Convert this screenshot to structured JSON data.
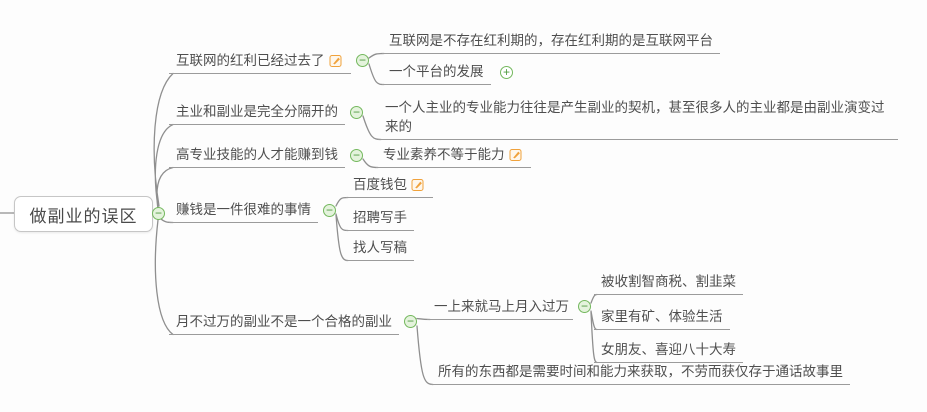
{
  "root": {
    "label": "做副业的误区"
  },
  "icons": {
    "minus": "−",
    "plus": "+",
    "note": "note-icon"
  },
  "colors": {
    "line": "#8f8f8f",
    "text": "#4e4e4e",
    "collapse_green": "#74b85e",
    "note_orange": "#f0a23c",
    "root_border": "#c6c6c6"
  },
  "branches": [
    {
      "label": "互联网的红利已经过去了",
      "has_note": true,
      "collapse": "minus",
      "children": [
        {
          "label": "互联网是不存在红利期的，存在红利期的是互联网平台"
        },
        {
          "label": "一个平台的发展",
          "collapse": "plus"
        }
      ]
    },
    {
      "label": "主业和副业是完全分隔开的",
      "collapse": "minus",
      "children": [
        {
          "label": "一个人主业的专业能力往往是产生副业的契机，甚至很多人的主业都是由副业演变过来的"
        }
      ]
    },
    {
      "label": "高专业技能的人才能赚到钱",
      "collapse": "minus",
      "children": [
        {
          "label": "专业素养不等于能力",
          "has_note": true
        }
      ]
    },
    {
      "label": "赚钱是一件很难的事情",
      "collapse": "minus",
      "children": [
        {
          "label": "百度钱包",
          "has_note": true
        },
        {
          "label": "招聘写手"
        },
        {
          "label": "找人写稿"
        }
      ]
    },
    {
      "label": "月不过万的副业不是一个合格的副业",
      "collapse": "minus",
      "children": [
        {
          "label": "一上来就马上月入过万",
          "collapse": "minus",
          "children": [
            {
              "label": "被收割智商税、割韭菜"
            },
            {
              "label": "家里有矿、体验生活"
            },
            {
              "label": "女朋友、喜迎八十大寿"
            }
          ]
        },
        {
          "label": "所有的东西都是需要时间和能力来获取，不劳而获仅存于通话故事里"
        }
      ]
    }
  ]
}
